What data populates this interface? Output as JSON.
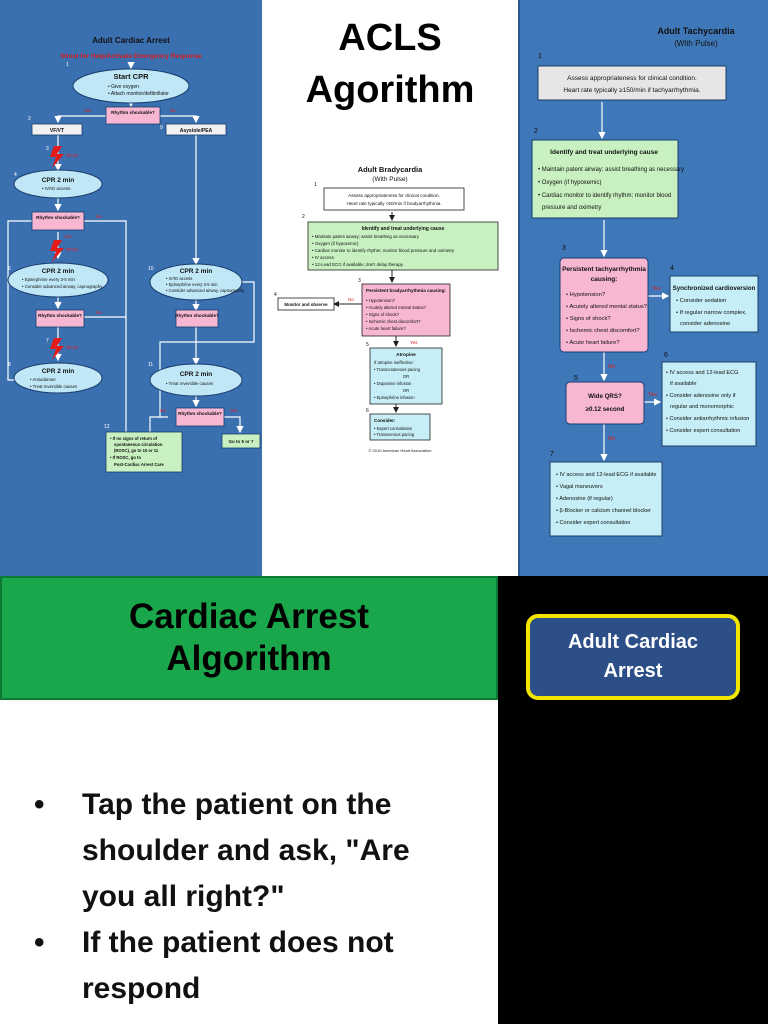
{
  "slide_title": {
    "line1": "ACLS",
    "line2": "Agorithm"
  },
  "left_chart": {
    "title": "Adult Cardiac Arrest",
    "banner": "Shout for Help/Activate Emergency Response",
    "steps": {
      "s1_title": "Start CPR",
      "s1_b1": "• Give oxygen",
      "s1_b2": "• Attach monitor/defibrillator",
      "rhythm": "Rhythm shockable?",
      "yes": "Yes",
      "no": "No",
      "vfvt": "VF/VT",
      "asystole": "Asystole/PEA",
      "shock": "Shock",
      "cpr2": "CPR 2 min",
      "cpr2_iv": "• IV/IO access",
      "cpr2_epi_title": "CPR 2 min",
      "cpr2_epi": "• Epinephrine every 3-5 min",
      "cpr2_airway": "• Consider advanced airway, capnography",
      "cpr2_amio_title": "CPR 2 min",
      "cpr2_amio": "• Amiodarone",
      "cpr2_treat": "• Treat reversible causes",
      "right_cpr_title": "CPR 2 min",
      "right_cpr_iv": "• IV/IO access",
      "right_cpr_epi": "• Epinephrine every 3-5 min",
      "right_cpr_air": "• Consider advanced airway, capnography",
      "right_cpr2_title": "CPR 2 min",
      "right_cpr2_treat": "• Treat reversible causes",
      "rosc1": "• If no signs of return of",
      "rosc2": "spontaneous circulation",
      "rosc3": "(ROSC), go to 10 or 11",
      "rosc4": "• If ROSC, go to",
      "rosc5": "Post-Cardiac Arrest Care",
      "goto": "Go to 5 or 7",
      "n1": "1",
      "n2": "2",
      "n3": "3",
      "n4": "4",
      "n5": "5",
      "n6": "6",
      "n7": "7",
      "n8": "8",
      "n9": "9",
      "n10": "10",
      "n11": "11",
      "n12": "12"
    }
  },
  "mid_chart": {
    "title": "Adult Bradycardia",
    "subtitle": "(With Pulse)",
    "box1_l1": "Assess appropriateness for clinical condition.",
    "box1_l2": "Heart rate typically <50/min if bradyarrhythmia.",
    "box2_title": "Identify and treat underlying cause",
    "box2_b1": "• Maintain patent airway; assist breathing as necessary",
    "box2_b2": "• Oxygen (if hypoxemic)",
    "box2_b3": "• Cardiac monitor to identify rhythm; monitor blood pressure and oximetry",
    "box2_b4": "• IV access",
    "box2_b5": "• 12-Lead ECG if available; don't delay therapy",
    "box3_title": "Persistent bradyarrhythmia causing:",
    "box3_b1": "• Hypotension?",
    "box3_b2": "• Acutely altered mental status?",
    "box3_b3": "• Signs of shock?",
    "box3_b4": "• Ischemic chest discomfort?",
    "box3_b5": "• Acute heart failure?",
    "monitor": "Monitor and observe",
    "no": "No",
    "yes": "Yes",
    "atropine_title": "Atropine",
    "atropine_l1": "If atropine ineffective:",
    "atropine_l2": "• Transcutaneous pacing",
    "atropine_or1": "OR",
    "atropine_l3": "• Dopamine infusion",
    "atropine_or2": "OR",
    "atropine_l4": "• Epinephrine infusion",
    "consider_title": "Consider:",
    "consider_l1": "• Expert consultation",
    "consider_l2": "• Transvenous pacing",
    "copyright": "© 2010 American Heart Association",
    "n1": "1",
    "n2": "2",
    "n3": "3",
    "n4": "4",
    "n5": "5",
    "n6": "6"
  },
  "right_chart": {
    "title": "Adult Tachycardia",
    "subtitle": "(With Pulse)",
    "box1_l1": "Assess appropriateness for clinical condition.",
    "box1_l2": "Heart rate typically ≥150/min if tachyarrhythmia.",
    "box2_title": "Identify and treat underlying cause",
    "box2_b1": "• Maintain patent airway; assist breathing as necessary",
    "box2_b2": "• Oxygen (if hypoxemic)",
    "box2_b3": "• Cardiac monitor to identify rhythm; monitor blood",
    "box2_b3b": "pressure and oximetry",
    "box3_title1": "Persistent tachyarrhythmia",
    "box3_title2": "causing:",
    "box3_b1": "• Hypotension?",
    "box3_b2": "• Acutely altered mental status?",
    "box3_b3": "• Signs of shock?",
    "box3_b4": "• Ischemic chest discomfort?",
    "box3_b5": "• Acute heart failure?",
    "sync_title": "Synchronized cardioversion",
    "sync_b1": "• Consider sedation",
    "sync_b2": "• If regular narrow complex,",
    "sync_b2b": "consider adenosine",
    "wide1": "Wide QRS?",
    "wide2": "≥0.12 second",
    "box6_b1": "• IV access and 12-lead ECG",
    "box6_b1b": "if available",
    "box6_b2": "• Consider adenosine only if",
    "box6_b2b": "regular and monomorphic",
    "box6_b3": "• Consider antiarrhythmic infusion",
    "box6_b4": "• Consider expert consultation",
    "box7_b1": "• IV access and 12-lead ECG if available",
    "box7_b2": "• Vagal maneuvers",
    "box7_b3": "• Adenosine (if regular)",
    "box7_b4": "• β-Blocker or calcium channel blocker",
    "box7_b5": "• Consider expert consultation",
    "yes": "Yes",
    "no": "No",
    "n1": "1",
    "n2": "2",
    "n3": "3",
    "n4": "4",
    "n5": "5",
    "n6": "6",
    "n7": "7"
  },
  "banner": {
    "line1": "Cardiac Arrest",
    "line2": "Algorithm"
  },
  "bullets": [
    {
      "dot": "•",
      "text": "Tap the patient on the shoulder and ask, \"Are you all right?\""
    },
    {
      "dot": "•",
      "text": "If the patient does not respond"
    }
  ],
  "button": {
    "line1": "Adult Cardiac",
    "line2": "Arrest"
  },
  "colors": {
    "green": "#1aa64a",
    "navy": "#2b4f86",
    "yellow": "#f2e600",
    "blue_panel": "#3a6fb0",
    "pink_box": "#f7b6d2",
    "green_box": "#c8f0c0",
    "cyan_box": "#c6eef6",
    "oval": "#bfe7f5"
  }
}
